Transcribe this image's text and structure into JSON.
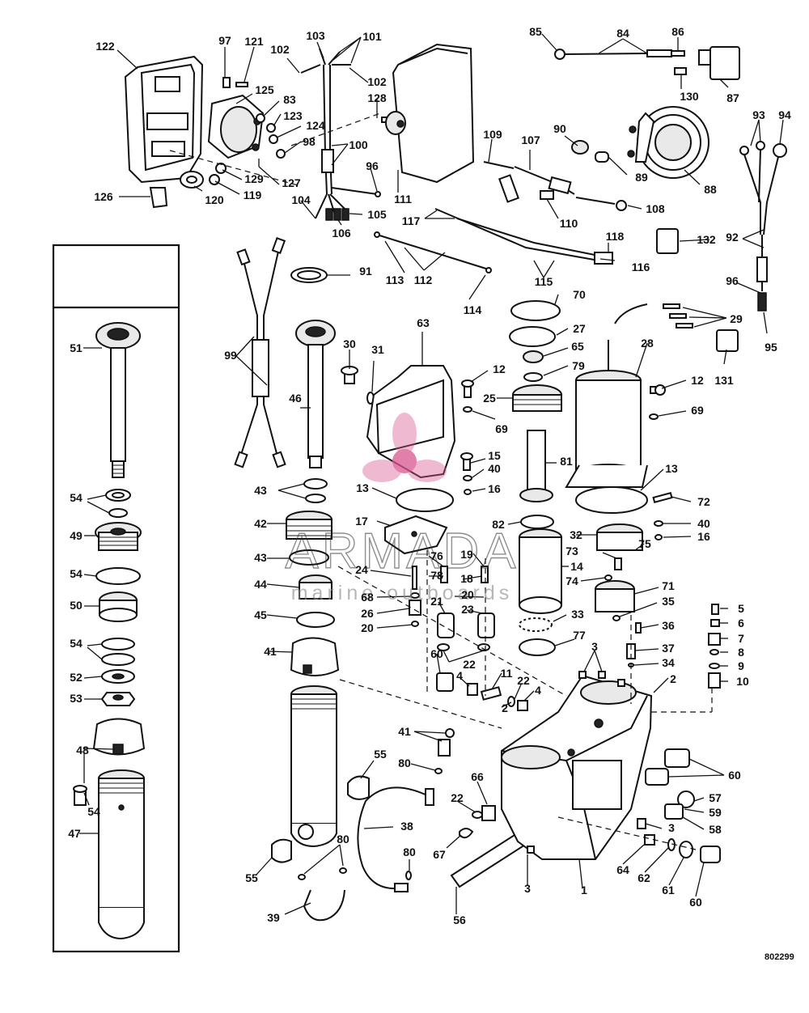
{
  "diagram": {
    "figure_number": "802299",
    "watermark": {
      "brand": "ARMADA",
      "tagline": "marine outboards"
    },
    "callouts": [
      "1",
      "2",
      "3",
      "4",
      "5",
      "6",
      "7",
      "8",
      "9",
      "10",
      "11",
      "12",
      "13",
      "14",
      "15",
      "16",
      "17",
      "18",
      "19",
      "20",
      "21",
      "22",
      "23",
      "24",
      "25",
      "26",
      "27",
      "28",
      "29",
      "30",
      "31",
      "32",
      "33",
      "34",
      "35",
      "36",
      "37",
      "38",
      "39",
      "40",
      "41",
      "42",
      "43",
      "44",
      "45",
      "46",
      "47",
      "48",
      "49",
      "50",
      "51",
      "52",
      "53",
      "54",
      "55",
      "56",
      "57",
      "58",
      "59",
      "60",
      "61",
      "62",
      "63",
      "64",
      "65",
      "66",
      "67",
      "68",
      "69",
      "70",
      "71",
      "72",
      "73",
      "74",
      "75",
      "76",
      "77",
      "78",
      "79",
      "80",
      "81",
      "82",
      "83",
      "84",
      "85",
      "86",
      "87",
      "88",
      "89",
      "90",
      "91",
      "92",
      "93",
      "94",
      "95",
      "96",
      "97",
      "98",
      "99",
      "100",
      "101",
      "102",
      "103",
      "104",
      "105",
      "106",
      "107",
      "108",
      "109",
      "110",
      "111",
      "112",
      "113",
      "114",
      "115",
      "116",
      "117",
      "118",
      "119",
      "120",
      "121",
      "122",
      "123",
      "124",
      "125",
      "126",
      "127",
      "128",
      "129",
      "130",
      "131",
      "132"
    ],
    "colors": {
      "ink": "#111111",
      "watermark_pink": "#d9568f",
      "background": "#ffffff"
    }
  }
}
